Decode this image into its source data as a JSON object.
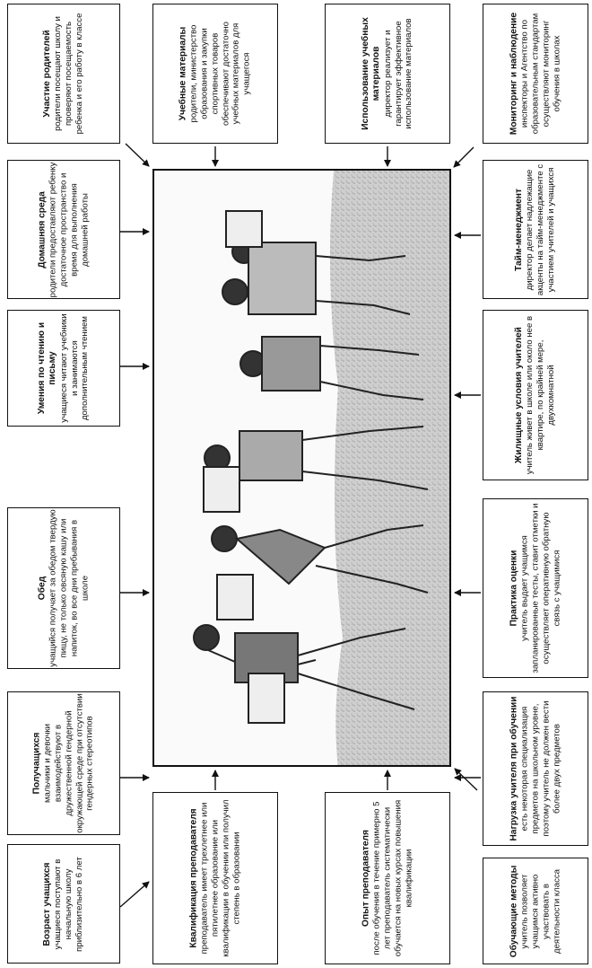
{
  "boxes": {
    "age": {
      "title": "Возраст учащихся",
      "body": "учащиеся поступают в начальную школу приблизительно в 6 лет"
    },
    "pupils": {
      "title": "Получащихся",
      "body": "мальчики и девочки взаимодействуют в дружественной гендерной окружающей среде при отсутствии гендерных стереотипов"
    },
    "lunch": {
      "title": "Обед",
      "body": "учащийся получает за обедом твердую пищу, не только овсяную кашу или напиток, во все дни пребывания в школе"
    },
    "literacy": {
      "title": "Умения по чтению и письму",
      "body": "учащиеся читают учебники и занимаются дополнительным чтением"
    },
    "home": {
      "title": "Домашняя среда",
      "body": "родители предоставляют ребенку достаточное пространство и время для выполнения домашней работы"
    },
    "parents": {
      "title": "Участие родителей",
      "body": "родители посещают школу и проверяют посещаемость ребенка и его работу в классе"
    },
    "qualification": {
      "title": "Квалификация преподавателя",
      "body": "преподаватель имеет трехлетнее или пятилетнее образование или квалификации в обучении или получил степень в образовании"
    },
    "materials": {
      "title": "Учебные материалы",
      "body": "родители, министерство образования и закупки спортивных товаров обеспечивают достаточно учебных материалов для учащегося"
    },
    "experience": {
      "title": "Опыт преподавателя",
      "body": "после обучения в течение примерно 5 лет преподаватель систематически обучается на новых курсах повышения квалификации"
    },
    "use_materials": {
      "title": "Использование учебных материалов",
      "body": "директор реализует и гарантирует эффективное использование материалов"
    },
    "methods": {
      "title": "Обучающие методы",
      "body": "учитель позволяет учащимся активно участвовать в деятельности класса"
    },
    "workload": {
      "title": "Нагрузка учителя при обучении",
      "body": "есть некоторая специализация предметов на школьном уровне, поэтому учитель не должен вести более двух предметов"
    },
    "assessment": {
      "title": "Практика оценки",
      "body": "учитель выдает учащимся запланированные тесты, ставит отметки и осуществляет оперативную обратную связь с учащимися"
    },
    "housing": {
      "title": "Жилищные условия учителей",
      "body": "учитель живет в школе или около нее в квартире, по крайней мере, двухкомнатной"
    },
    "time": {
      "title": "Тайм-менеджмент",
      "body": "директор делает надлежащие акценты на тайм-менеджменте с участием учителей и учащихся"
    },
    "monitoring": {
      "title": "Мониторинг и наблюдение",
      "body": "инспекторы и Агентство по образовательным стандартам осуществляют мониторинг обучения в школах"
    }
  }
}
